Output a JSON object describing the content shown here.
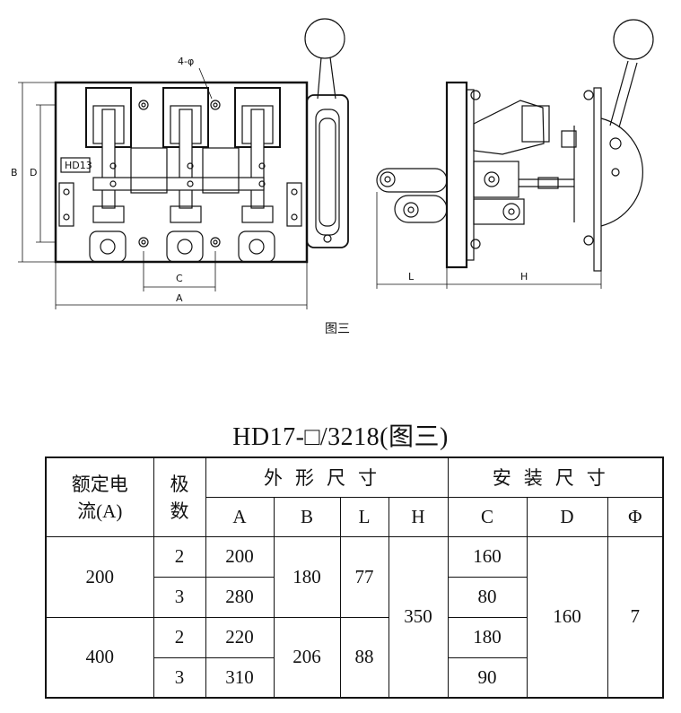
{
  "figure": {
    "caption": "图三",
    "labels": {
      "hole": "4-φ",
      "B": "B",
      "D": "D",
      "C": "C",
      "A": "A",
      "L": "L",
      "H": "H",
      "nameplate": "HD13"
    }
  },
  "table": {
    "title": "HD17-□/3218(图三)",
    "headers": {
      "rated_current_line1": "额定电",
      "rated_current_line2": "流(A)",
      "poles_line1": "极",
      "poles_line2": "数",
      "outline_group": "外形尺寸",
      "install_group": "安装尺寸",
      "A": "A",
      "B": "B",
      "L": "L",
      "H": "H",
      "C": "C",
      "D": "D",
      "Phi": "Φ"
    },
    "rows": [
      {
        "current": "200",
        "poles": "2",
        "A": "200",
        "B": "180",
        "L": "77",
        "H": "350",
        "C": "160",
        "D": "160",
        "Phi": "7"
      },
      {
        "current": "",
        "poles": "3",
        "A": "280",
        "B": "",
        "L": "",
        "H": "",
        "C": "80",
        "D": "",
        "Phi": ""
      },
      {
        "current": "400",
        "poles": "2",
        "A": "220",
        "B": "206",
        "L": "88",
        "H": "",
        "C": "180",
        "D": "",
        "Phi": ""
      },
      {
        "current": "",
        "poles": "3",
        "A": "310",
        "B": "",
        "L": "",
        "H": "",
        "C": "90",
        "D": "",
        "Phi": ""
      }
    ]
  }
}
